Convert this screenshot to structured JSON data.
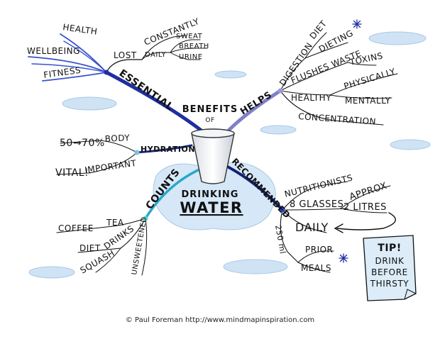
{
  "central": {
    "benefits": "BENEFITS",
    "of": "OF",
    "drinking": "DRINKING",
    "water": "WATER"
  },
  "branches": {
    "essential": {
      "label": "ESSENTIAL",
      "color": "#1f2f9f",
      "leaves": [
        "HEALTH",
        "WELLBEING",
        "FITNESS"
      ],
      "lost": "LOST",
      "constantly": "CONSTANTLY",
      "daily": "DAILY",
      "daily_items": [
        "SWEAT",
        "BREATH",
        "URINE"
      ]
    },
    "helps": {
      "label": "HELPS",
      "color": "#8080c8",
      "digestion": "DIGESTION",
      "diet": "DIET",
      "dieting": "DIETING",
      "flushes_waste": "FLUSHES WASTE",
      "toxins": "TOXINS",
      "healthy": "HEALTHY",
      "physically": "PHYSICALLY",
      "mentally": "MENTALLY",
      "concentration": "CONCENTRATION"
    },
    "hydration": {
      "label": "HYDRATION",
      "color": "#1b2a80",
      "percent": "50→70%",
      "body": "BODY",
      "vital": "VITAL!",
      "important": "IMPORTANT"
    },
    "counts": {
      "label": "COUNTS",
      "color": "#2aa8c8",
      "coffee": "COFFEE",
      "tea": "TEA",
      "diet": "DIET",
      "drinks": "DRINKS",
      "squash": "SQUASH",
      "unsweetened": "UNSWEETENED"
    },
    "recommended": {
      "label": "RECOMMENDED",
      "color": "#14206e",
      "nutritionists": "NUTRITIONISTS",
      "glasses": "8 GLASSES",
      "approx": "APPROX",
      "litres": "2 LITRES",
      "daily": "DAILY",
      "ml": "250 ml",
      "prior": "PRIOR",
      "meals": "MEALS"
    }
  },
  "tip": {
    "title": "TIP!",
    "lines": [
      "DRINK",
      "BEFORE",
      "THIRSTY"
    ]
  },
  "credit": "© Paul Foreman http://www.mindmapinspiration.com",
  "colors": {
    "puddle": "#cfe3f5",
    "puddle_edge": "#a9c8e6",
    "tip_fill": "#dcecf8",
    "star": "#1f2f9f"
  }
}
